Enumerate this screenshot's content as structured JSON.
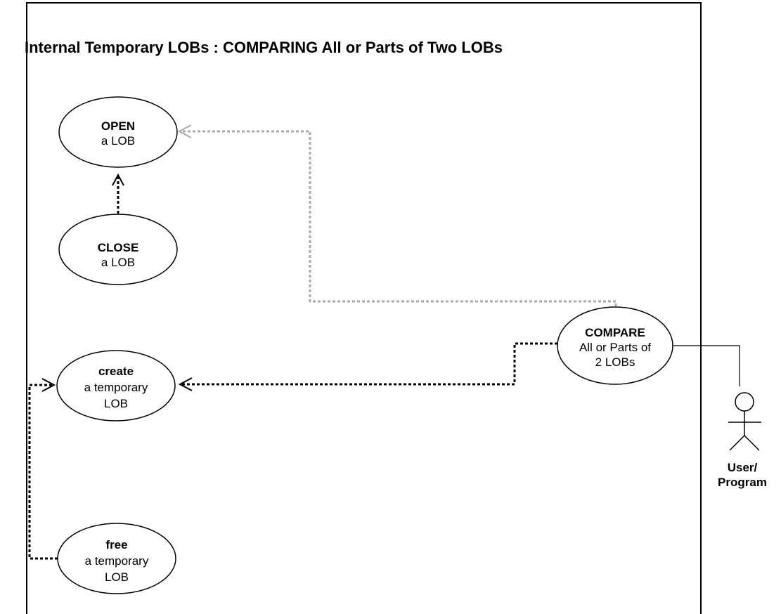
{
  "title": "Internal Temporary LOBs : COMPARING All or Parts of Two LOBs",
  "use_cases": {
    "open": {
      "line1": "OPEN",
      "line2": "a LOB"
    },
    "close": {
      "line1": "CLOSE",
      "line2": "a LOB"
    },
    "create": {
      "line1": "create",
      "line2": "a temporary",
      "line3": "LOB"
    },
    "free": {
      "line1": "free",
      "line2": "a temporary",
      "line3": "LOB"
    },
    "compare": {
      "line1": "COMPARE",
      "line2": "All or Parts of",
      "line3": "2 LOBs"
    }
  },
  "actor": {
    "line1": "User/",
    "line2": "Program"
  },
  "colors": {
    "dependency_primary": "#000000",
    "dependency_secondary": "#aaaaaa",
    "border": "#000000"
  }
}
